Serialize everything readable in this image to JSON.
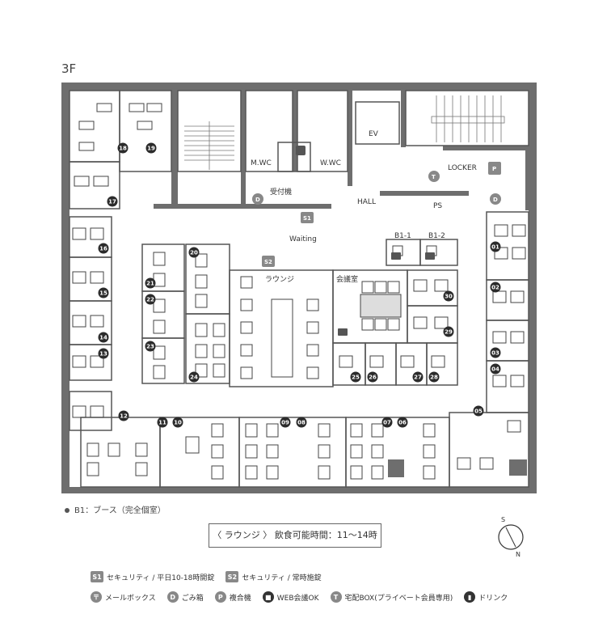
{
  "floor": "3F",
  "rooms": {
    "mwc": "M.WC",
    "wwc": "W.WC",
    "ev": "EV",
    "locker": "LOCKER",
    "reception": "受付機",
    "hall": "HALL",
    "ps": "PS",
    "waiting": "Waiting",
    "lounge": "ラウンジ",
    "meeting": "会議室",
    "booth1": "B1-1",
    "booth2": "B1-2"
  },
  "booth_note": "B1：ブース（完全個室）",
  "lounge_hours": "〈 ラウンジ 〉 飲食可能時間：11～14時",
  "compass": {
    "s": "S",
    "n": "N"
  },
  "legend_row1": [
    {
      "badge": "S1",
      "label": "セキュリティ / 平日10-18時開錠"
    },
    {
      "badge": "S2",
      "label": "セキュリティ / 常時施錠"
    }
  ],
  "legend_row2": [
    {
      "badge": "〒",
      "label": "メールボックス"
    },
    {
      "badge": "D",
      "label": "ごみ箱"
    },
    {
      "badge": "P",
      "label": "複合機"
    },
    {
      "badge": "■",
      "label": "WEB会議OK"
    },
    {
      "badge": "T",
      "label": "宅配BOX(プライベート会員専用)"
    },
    {
      "badge": "▮",
      "label": "ドリンク"
    }
  ],
  "room_numbers": [
    "01",
    "02",
    "03",
    "04",
    "05",
    "06",
    "07",
    "08",
    "09",
    "10",
    "11",
    "12",
    "13",
    "14",
    "15",
    "16",
    "17",
    "18",
    "19",
    "20",
    "21",
    "22",
    "23",
    "24",
    "25",
    "26",
    "27",
    "28",
    "29",
    "30"
  ],
  "markers": {
    "s1": "S1",
    "s2": "S2",
    "t": "T",
    "p": "P",
    "d": "D"
  }
}
